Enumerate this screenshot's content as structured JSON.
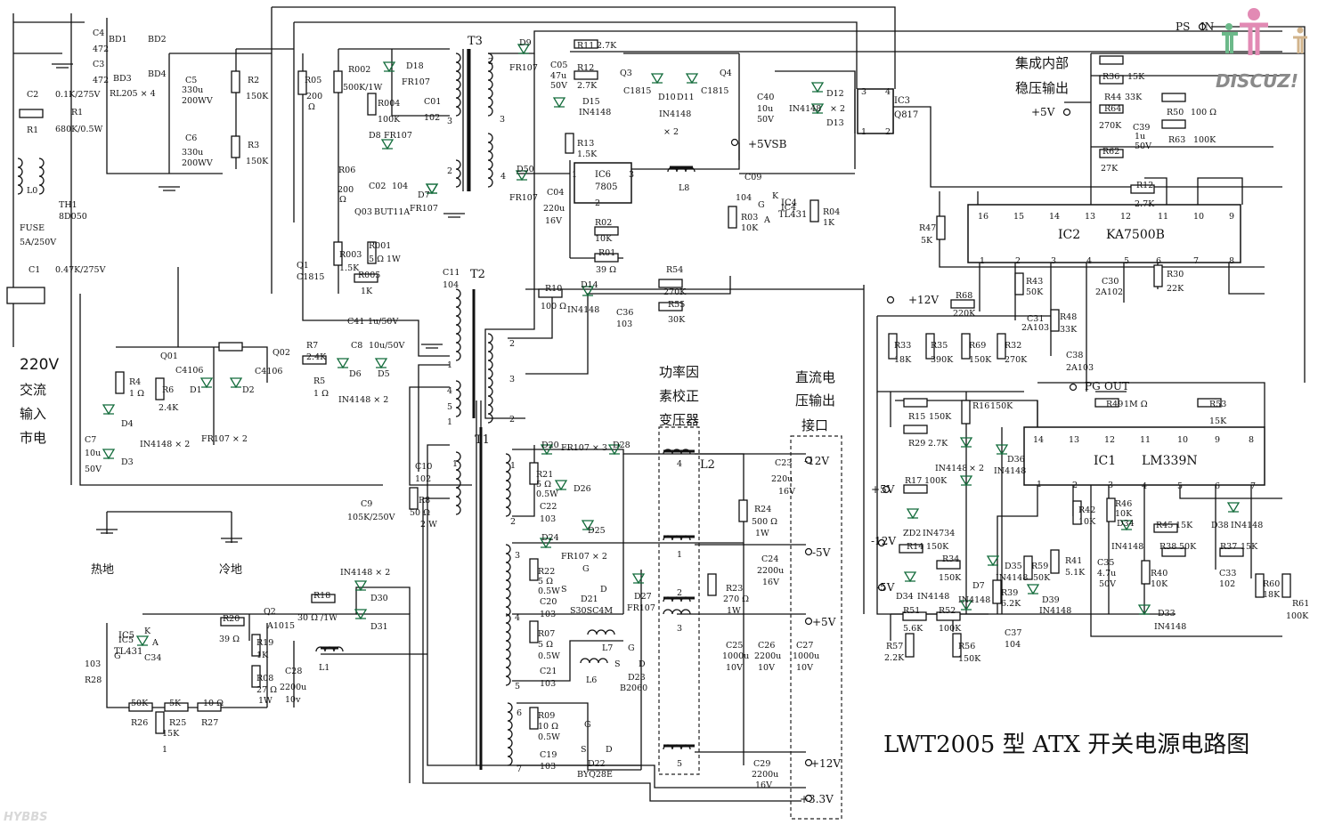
{
  "title": "LWT2005 型 ATX 开关电源电路图",
  "watermark": {
    "logo": "DISCUZ!",
    "corner": "HYBBS"
  },
  "ics": [
    "IC2",
    "KA7500B",
    "IC1",
    "LM339N",
    "IC6",
    "7805",
    "IC3",
    "Q817",
    "IC4",
    "TL431",
    "IC5",
    "TL431"
  ],
  "transformers": [
    "T3",
    "T2",
    "T1",
    "L2"
  ],
  "annotations": [
    "220V",
    "交流",
    "输入",
    "市电",
    "热地",
    "冷地",
    "功率因",
    "素校正",
    "变压器",
    "直流电",
    "压输出",
    "接口",
    "集成内部",
    "稳压输出"
  ],
  "outputs": [
    "-12V",
    "-5V",
    "+5V",
    "+12V",
    "+3.3V",
    "+5VSB",
    "PS",
    "IN",
    "PG",
    "OUT",
    "+5V",
    "+12V",
    "+5V",
    "-12V",
    "-5V"
  ],
  "labels": [
    "C4",
    "472",
    "C3",
    "472",
    "BD1",
    "BD2",
    "BD3",
    "BD4",
    "RL205 × 4",
    "C5",
    "330u",
    "200WV",
    "R2",
    "150K",
    "C2",
    "0.1K/275V",
    "R1",
    "680K/0.5W",
    "R1",
    "C6",
    "330u",
    "200WV",
    "R3",
    "150K",
    "L0",
    "TH1",
    "8D050",
    "FUSE",
    "5A/250V",
    "C1",
    "0.47K/275V",
    "R05",
    "200",
    "Ω",
    "R002",
    "500K/1W",
    "D18",
    "FR107",
    "R004",
    "100K",
    "C01",
    "102",
    "D8",
    "FR107",
    "R06",
    "C02",
    "104",
    "200",
    "Ω",
    "Q03",
    "BUT11A",
    "D7",
    "FR107",
    "R003",
    "1.5K",
    "R001",
    "5 Ω 1W",
    "R005",
    "1K",
    "Q1",
    "C1815",
    "C41",
    "1u/50V",
    "C11",
    "104",
    "Q01",
    "C4106",
    "Q02",
    "C4106",
    "R7",
    "2.4K",
    "C8",
    "10u/50V",
    "R5",
    "1 Ω",
    "D6",
    "D5",
    "IN4148 × 2",
    "R4",
    "1 Ω",
    "R6",
    "2.4K",
    "D1",
    "D2",
    "FR107 × 2",
    "D4",
    "IN4148 × 2",
    "C7",
    "10u",
    "50V",
    "D3",
    "C10",
    "102",
    "R8",
    "50 Ω",
    "2 W",
    "C9",
    "105K/250V",
    "D9",
    "FR107",
    "C05",
    "47u",
    "50V",
    "R11",
    "2.7K",
    "R12",
    "2.7K",
    "D15",
    "IN4148",
    "Q3",
    "C1815",
    "D10",
    "D11",
    "IN4148",
    "× 2",
    "Q4",
    "C1815",
    "R13",
    "1.5K",
    "C40",
    "10u",
    "50V",
    "IN4148",
    "D12",
    "× 2",
    "D13",
    "D50",
    "FR107",
    "C04",
    "220u",
    "16V",
    "1",
    "3",
    "2",
    "L8",
    "C09",
    "104",
    "G",
    "K",
    "IC4",
    "A",
    "R03",
    "10K",
    "R04",
    "1K",
    "R02",
    "10K",
    "R01",
    "39 Ω",
    "R10",
    "100 Ω",
    "D14",
    "IN4148",
    "C36",
    "103",
    "R54",
    "270K",
    "R55",
    "30K",
    "3",
    "4",
    "1",
    "2",
    "R36",
    "15K",
    "R44",
    "33K",
    "R64",
    "270K",
    "C39",
    "1u",
    "50V",
    "R50",
    "100 Ω",
    "R63",
    "100K",
    "R62",
    "27K",
    "R12",
    "2.7K",
    "R47",
    "5K",
    "16",
    "15",
    "14",
    "13",
    "12",
    "11",
    "10",
    "9",
    "1",
    "2",
    "3",
    "4",
    "5",
    "6",
    "7",
    "8",
    "R43",
    "50K",
    "C30",
    "2A102",
    "R30",
    "22K",
    "R68",
    "220K",
    "C31",
    "2A103",
    "R48",
    "33K",
    "R33",
    "18K",
    "R35",
    "390K",
    "R69",
    "150K",
    "R32",
    "270K",
    "C38",
    "2A103",
    "R49",
    "1M Ω",
    "R53",
    "15K",
    "R15",
    "150K",
    "R16",
    "150K",
    "R29",
    "2.7K",
    "14",
    "13",
    "12",
    "11",
    "10",
    "9",
    "8",
    "1",
    "2",
    "3",
    "4",
    "5",
    "6",
    "7",
    "IN4148",
    "× 2",
    "D36",
    "IN4148",
    "R17",
    "100K",
    "ZD2",
    "IN4734",
    "R14",
    "150K",
    "R34",
    "150K",
    "D34",
    "IN4148",
    "D7",
    "IN4148",
    "D35",
    "IN4148",
    "R59",
    "50K",
    "R41",
    "5.1K",
    "R42",
    "10K",
    "R46",
    "10K",
    "D34",
    "IN4148",
    "R45",
    "15K",
    "D38",
    "IN4148",
    "C35",
    "4.7u",
    "50V",
    "R38",
    "50K",
    "R37",
    "15K",
    "C33",
    "102",
    "R40",
    "10K",
    "R60",
    "18K",
    "R61",
    "100K",
    "R39",
    "6.2K",
    "D39",
    "IN4148",
    "D33",
    "IN4148",
    "R51",
    "5.6K",
    "R52",
    "100K",
    "C37",
    "104",
    "R57",
    "2.2K",
    "R56",
    "150K",
    "D20",
    "FR107 × 3",
    "D28",
    "C23",
    "220u",
    "16V",
    "R21",
    "5 Ω",
    "0.5W",
    "D26",
    "C22",
    "103",
    "4",
    "R24",
    "500 Ω",
    "1W",
    "D25",
    "D24",
    "FR107 × 2",
    "1",
    "R22",
    "5 Ω",
    "0.5W",
    "C24",
    "2200u",
    "16V",
    "G",
    "S",
    "D",
    "D21",
    "S30SC4M",
    "D27",
    "FR107",
    "C20",
    "103",
    "R23",
    "270 Ω",
    "1W",
    "2",
    "3",
    "R07",
    "5 Ω",
    "0.5W",
    "L7",
    "G",
    "S",
    "D",
    "D23",
    "B2060",
    "L6",
    "C21",
    "103",
    "C25",
    "1000u",
    "10V",
    "C26",
    "2200u",
    "10V",
    "C27",
    "1000u",
    "10V",
    "1",
    "2",
    "3",
    "4",
    "5",
    "6",
    "7",
    "R09",
    "10 Ω",
    "0.5W",
    "C19",
    "103",
    "G",
    "S",
    "D",
    "D22",
    "BYQ28E",
    "5",
    "C29",
    "2200u",
    "16V",
    "IN4148 × 2",
    "D30",
    "D31",
    "R18",
    "30 Ω /1W",
    "Q2",
    "A1015",
    "R20",
    "39 Ω",
    "R19",
    "1K",
    "R08",
    "27 Ω",
    "1W",
    "C28",
    "2200u",
    "10v",
    "L1",
    "K",
    "IC5",
    "G",
    "A",
    "C34",
    "103",
    "R28",
    "50K",
    "R26",
    "5K",
    "R25",
    "10 Ω",
    "R27",
    "15K",
    "1",
    "2",
    "3",
    "4",
    "2",
    "3",
    "1",
    "4",
    "5",
    "1",
    "2",
    "3",
    "2",
    "1"
  ]
}
